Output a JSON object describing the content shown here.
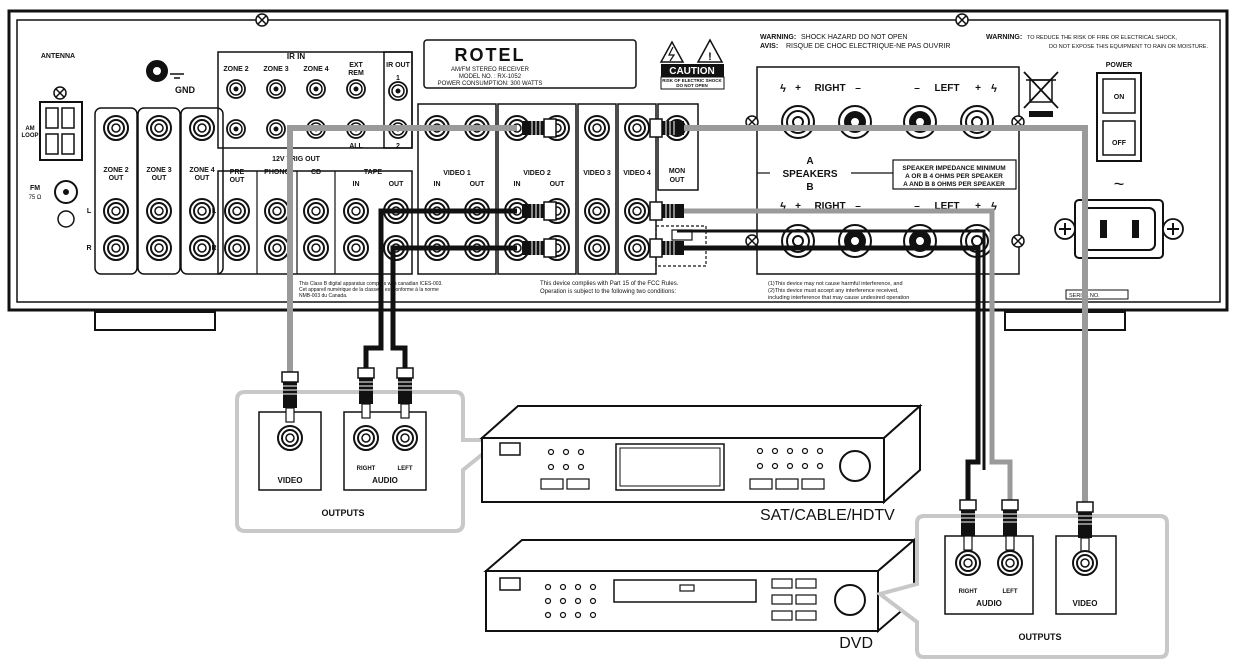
{
  "brand": {
    "logo": "ROTEL",
    "model_line1": "AM/FM STEREO RECEIVER",
    "model_line2": "MODEL NO. : RX-1052",
    "model_line3": "POWER CONSUMPTION: 300 WATTS"
  },
  "caution": {
    "label": "CAUTION",
    "sub1": "RISK OF ELECTRIC SHOCK",
    "sub2": "DO NOT OPEN"
  },
  "warnings": {
    "w1_bold": "WARNING:",
    "w1_text": "SHOCK HAZARD DO NOT OPEN",
    "w2_bold": "AVIS:",
    "w2_text": "RISQUE DE CHOC ELECTRIQUE-NE PAS OUVRIR",
    "w3_bold": "WARNING:",
    "w3_text1": "TO REDUCE THE RISK OF FIRE OR ELECTRICAL SHOCK,",
    "w3_text2": "DO NOT EXPOSE THIS EQUIPMENT TO RAIN OR MOISTURE."
  },
  "antenna": {
    "title": "ANTENNA",
    "am_loop_1": "AM",
    "am_loop_2": "LOOP",
    "fm_1": "FM",
    "fm_2": "75 Ω"
  },
  "gnd": "GND",
  "ir": {
    "in": "IR IN",
    "out": "IR OUT",
    "zone2": "ZONE 2",
    "zone3": "ZONE 3",
    "zone4": "ZONE 4",
    "ext": "EXT",
    "rem": "REM",
    "out1": "1",
    "out2": "2",
    "all": "ALL",
    "trig": "12V TRIG OUT"
  },
  "jacks": {
    "z2_a": "ZONE 2",
    "z2_b": "OUT",
    "z3_a": "ZONE 3",
    "z3_b": "OUT",
    "z4_a": "ZONE 4",
    "z4_b": "OUT",
    "pre_a": "PRE",
    "pre_b": "OUT",
    "phono": "PHONO",
    "cd": "CD",
    "tape": "TAPE",
    "tape_in": "IN",
    "tape_out": "OUT",
    "v1": "VIDEO 1",
    "v1_in": "IN",
    "v1_out": "OUT",
    "v2": "VIDEO 2",
    "v2_in": "IN",
    "v2_out": "OUT",
    "v3": "VIDEO 3",
    "v4": "VIDEO 4",
    "mon_a": "MON",
    "mon_b": "OUT",
    "l": "L",
    "r": "R"
  },
  "speakers": {
    "right": "RIGHT",
    "left": "LEFT",
    "plus": "+",
    "minus": "–",
    "a": "A",
    "label": "SPEAKERS",
    "b": "B",
    "imp1": "SPEAKER IMPEDANCE MINIMUM",
    "imp2": "A OR B 4 OHMS PER SPEAKER",
    "imp3": "A AND B 8 OHMS PER SPEAKER"
  },
  "power": {
    "title": "POWER",
    "on": "ON",
    "off": "OFF",
    "serial": "SERIAL NO."
  },
  "fine_print": {
    "ices1": "This Class B digital apparatus complies with canadian ICES-003.",
    "ices2": "Cet appareil numérique de la classe B est conforme à la norme",
    "ices3": "NMB-003 du Canada.",
    "fcc1": "This device complies with Part 15 of the FCC Rules.",
    "fcc2": "Operation is subject to the following two conditions:",
    "cond1": "(1)This device may not cause harmful interference, and",
    "cond2": "(2)This device must accept any interference received,",
    "cond3": "including interference that may cause undesired operation"
  },
  "sat": {
    "name": "SAT/CABLE/HDTV",
    "video": "VIDEO",
    "right": "RIGHT",
    "left": "LEFT",
    "audio": "AUDIO",
    "outputs": "OUTPUTS"
  },
  "dvd": {
    "name": "DVD",
    "video": "VIDEO",
    "right": "RIGHT",
    "left": "LEFT",
    "audio": "AUDIO",
    "outputs": "OUTPUTS"
  },
  "colors": {
    "video_cable": "#9a9a9a",
    "audio_cable": "#111111",
    "line": "#111111",
    "panel_bg": "#ffffff"
  }
}
